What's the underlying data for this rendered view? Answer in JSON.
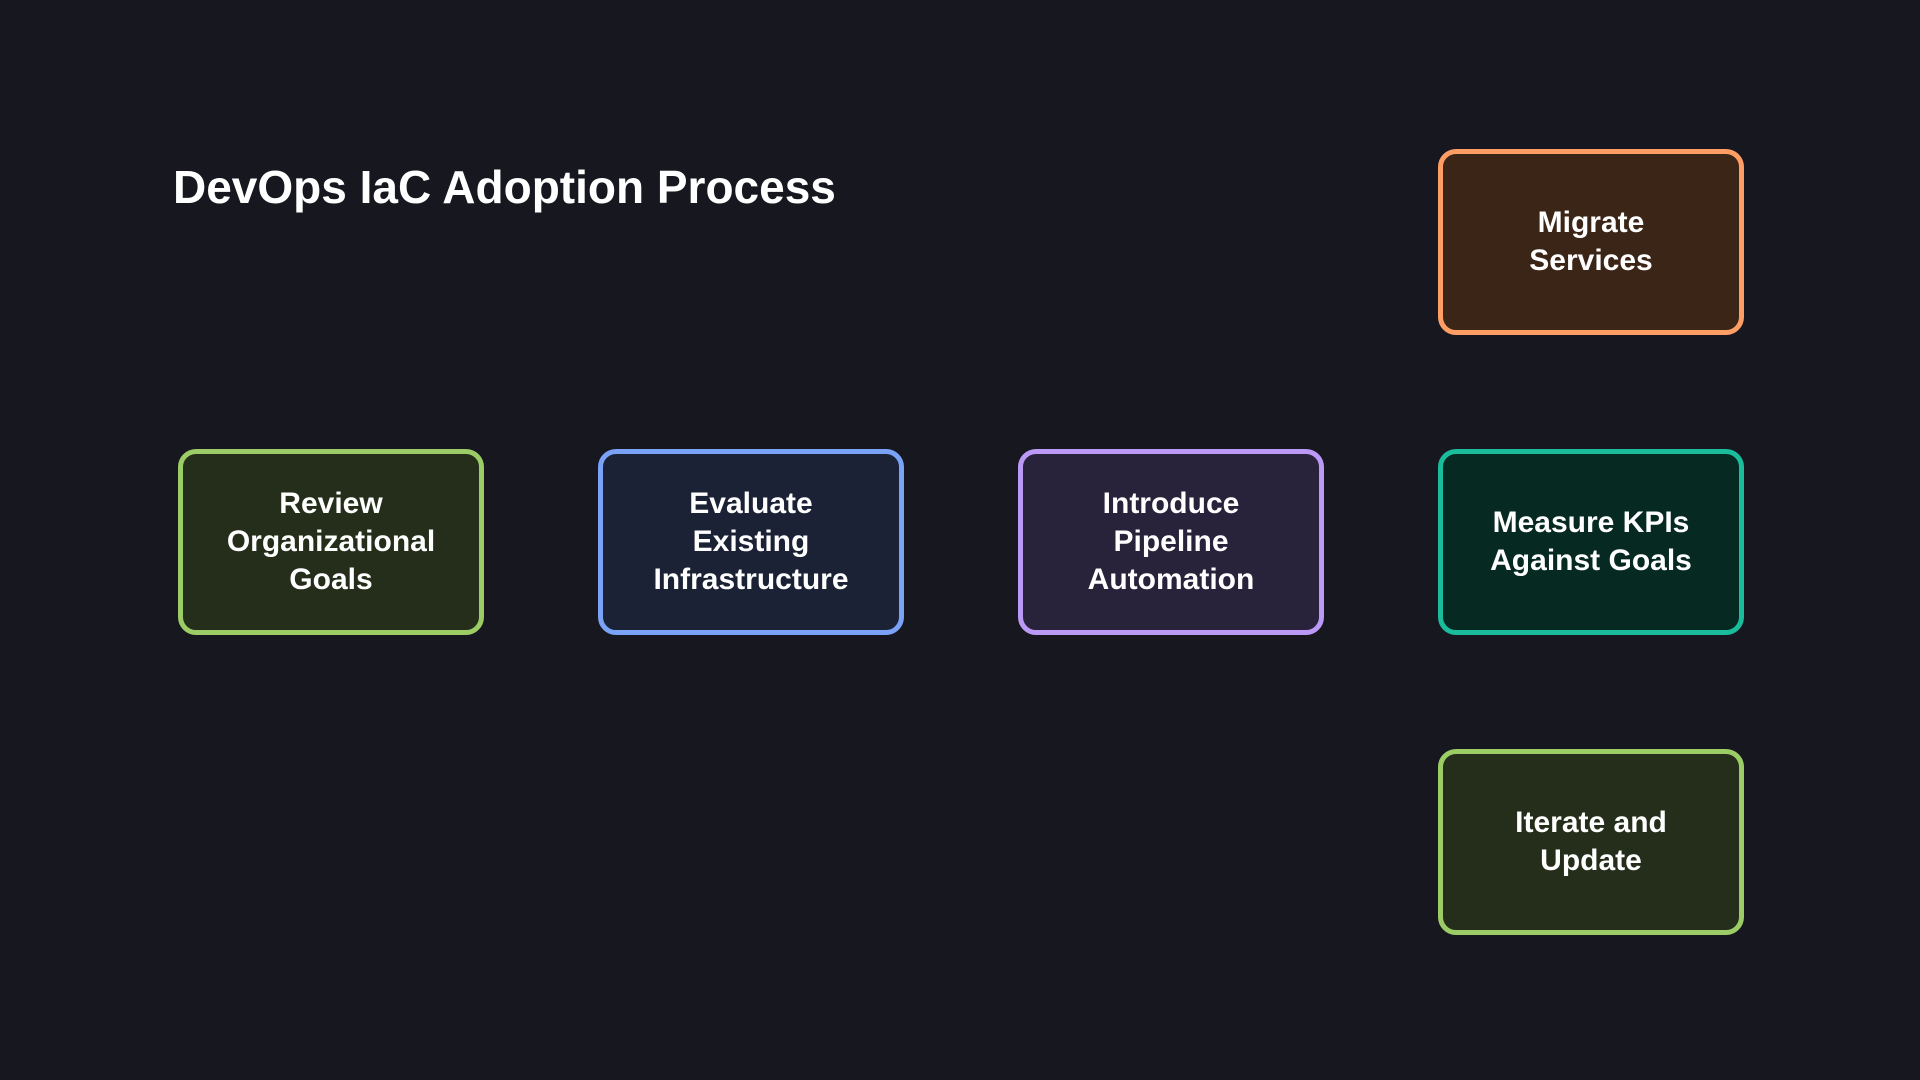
{
  "title": "DevOps IaC Adoption Process",
  "nodes": [
    {
      "id": "review",
      "label": "Review\nOrganizational\nGoals",
      "border": "#9ccc65",
      "fill": "#252e1a"
    },
    {
      "id": "evaluate",
      "label": "Evaluate\nExisting\nInfrastructure",
      "border": "#7aa2f7",
      "fill": "#1b2235"
    },
    {
      "id": "introduce",
      "label": "Introduce\nPipeline\nAutomation",
      "border": "#bb9af7",
      "fill": "#28223a"
    },
    {
      "id": "migrate",
      "label": "Migrate\nServices",
      "border": "#ff9e64",
      "fill": "#3b2517"
    },
    {
      "id": "measure",
      "label": "Measure KPIs\nAgainst Goals",
      "border": "#1abc9c",
      "fill": "#062922"
    },
    {
      "id": "iterate",
      "label": "Iterate and\nUpdate",
      "border": "#9ccc65",
      "fill": "#252e1a"
    }
  ]
}
